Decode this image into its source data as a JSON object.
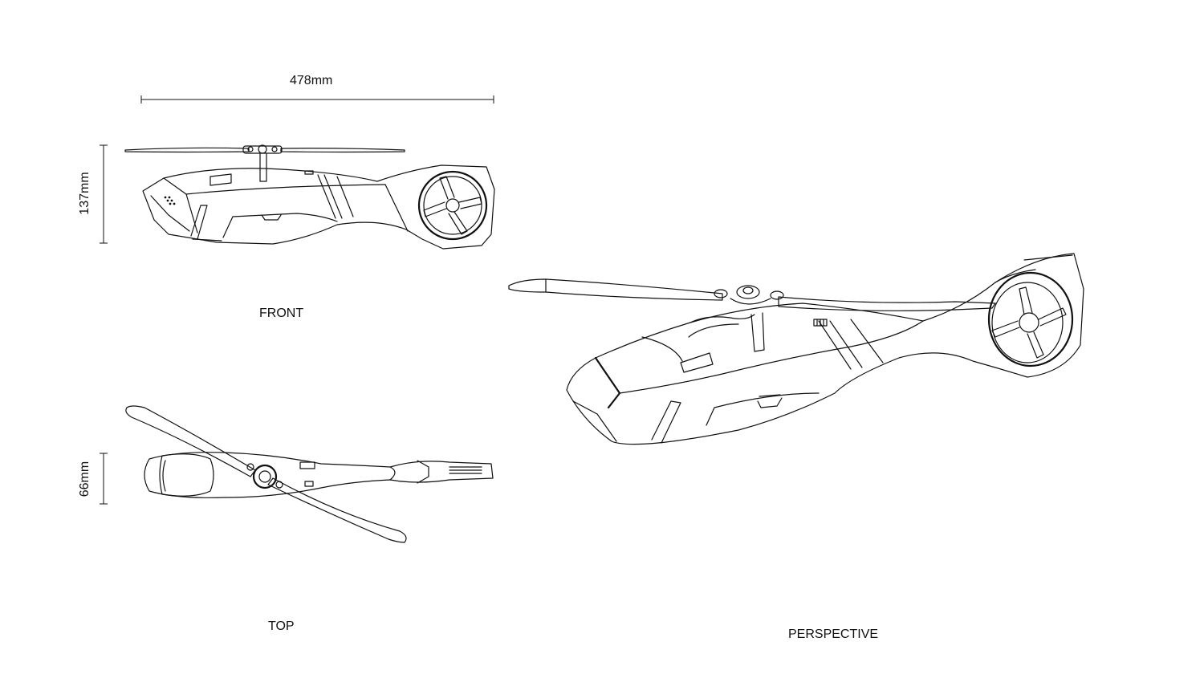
{
  "dimensions": {
    "length": "478mm",
    "height": "137mm",
    "width": "66mm"
  },
  "views": {
    "front": "FRONT",
    "top": "TOP",
    "perspective": "PERSPECTIVE"
  }
}
